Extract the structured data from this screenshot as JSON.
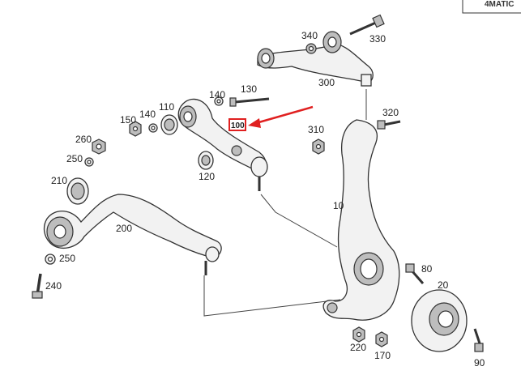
{
  "badge": {
    "text": "4MATIC"
  },
  "callouts": [
    {
      "id": "p10",
      "text": "10"
    },
    {
      "id": "p20",
      "text": "20"
    },
    {
      "id": "p80",
      "text": "80"
    },
    {
      "id": "p90",
      "text": "90"
    },
    {
      "id": "p100",
      "text": "100"
    },
    {
      "id": "p110",
      "text": "110"
    },
    {
      "id": "p120",
      "text": "120"
    },
    {
      "id": "p130",
      "text": "130"
    },
    {
      "id": "p140a",
      "text": "140"
    },
    {
      "id": "p140b",
      "text": "140"
    },
    {
      "id": "p150",
      "text": "150"
    },
    {
      "id": "p170",
      "text": "170"
    },
    {
      "id": "p200",
      "text": "200"
    },
    {
      "id": "p210",
      "text": "210"
    },
    {
      "id": "p220",
      "text": "220"
    },
    {
      "id": "p240",
      "text": "240"
    },
    {
      "id": "p250a",
      "text": "250"
    },
    {
      "id": "p250b",
      "text": "250"
    },
    {
      "id": "p260",
      "text": "260"
    },
    {
      "id": "p300",
      "text": "300"
    },
    {
      "id": "p310",
      "text": "310"
    },
    {
      "id": "p320",
      "text": "320"
    },
    {
      "id": "p330",
      "text": "330"
    },
    {
      "id": "p340",
      "text": "340"
    }
  ],
  "highlight": {
    "color": "#e02020",
    "part": "100"
  }
}
